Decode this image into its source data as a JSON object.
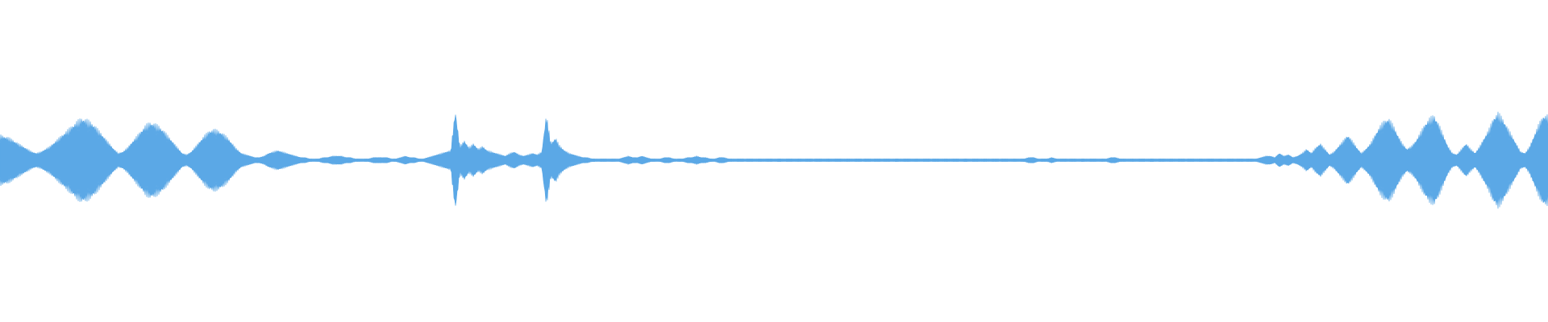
{
  "waveform": {
    "color": "#5ba8e6",
    "background": "#ffffff",
    "samples_per_row": 1920,
    "peak_amplitudes": [
      0.18,
      0.17,
      0.16,
      0.14,
      0.12,
      0.1,
      0.08,
      0.06,
      0.05,
      0.06,
      0.08,
      0.1,
      0.13,
      0.16,
      0.19,
      0.22,
      0.25,
      0.28,
      0.3,
      0.29,
      0.27,
      0.24,
      0.2,
      0.16,
      0.12,
      0.08,
      0.05,
      0.06,
      0.09,
      0.13,
      0.17,
      0.21,
      0.25,
      0.27,
      0.26,
      0.24,
      0.21,
      0.17,
      0.13,
      0.09,
      0.05,
      0.04,
      0.06,
      0.1,
      0.14,
      0.18,
      0.21,
      0.22,
      0.21,
      0.19,
      0.16,
      0.12,
      0.08,
      0.05,
      0.04,
      0.03,
      0.02,
      0.02,
      0.03,
      0.05,
      0.06,
      0.07,
      0.06,
      0.05,
      0.04,
      0.03,
      0.02,
      0.02,
      0.01,
      0.01,
      0.01,
      0.02,
      0.02,
      0.03,
      0.03,
      0.03,
      0.02,
      0.02,
      0.01,
      0.01,
      0.01,
      0.01,
      0.02,
      0.02,
      0.02,
      0.02,
      0.01,
      0.01,
      0.02,
      0.03,
      0.02,
      0.02,
      0.01,
      0.01,
      0.02,
      0.03,
      0.04,
      0.05,
      0.06,
      0.07,
      0.36,
      0.1,
      0.14,
      0.09,
      0.12,
      0.08,
      0.1,
      0.07,
      0.06,
      0.05,
      0.04,
      0.03,
      0.05,
      0.06,
      0.04,
      0.03,
      0.04,
      0.05,
      0.04,
      0.06,
      0.33,
      0.12,
      0.16,
      0.1,
      0.07,
      0.05,
      0.04,
      0.03,
      0.02,
      0.02,
      0.01,
      0.01,
      0.01,
      0.01,
      0.01,
      0.01,
      0.01,
      0.02,
      0.03,
      0.02,
      0.02,
      0.03,
      0.02,
      0.01,
      0.01,
      0.01,
      0.02,
      0.02,
      0.01,
      0.01,
      0.01,
      0.02,
      0.02,
      0.03,
      0.02,
      0.02,
      0.01,
      0.01,
      0.02,
      0.02,
      0.01,
      0.01,
      0.01,
      0.01,
      0.01,
      0.01,
      0.01,
      0.01,
      0.01,
      0.01,
      0.01,
      0.01,
      0.01,
      0.01,
      0.01,
      0.01,
      0.01,
      0.01,
      0.01,
      0.01,
      0.01,
      0.01,
      0.01,
      0.01,
      0.01,
      0.01,
      0.01,
      0.01,
      0.01,
      0.01,
      0.01,
      0.01,
      0.01,
      0.01,
      0.01,
      0.01,
      0.01,
      0.01,
      0.01,
      0.01,
      0.01,
      0.01,
      0.01,
      0.01,
      0.01,
      0.01,
      0.01,
      0.01,
      0.01,
      0.01,
      0.01,
      0.01,
      0.01,
      0.01,
      0.01,
      0.01,
      0.01,
      0.01,
      0.01,
      0.01,
      0.01,
      0.01,
      0.01,
      0.01,
      0.01,
      0.01,
      0.02,
      0.02,
      0.01,
      0.01,
      0.01,
      0.02,
      0.01,
      0.01,
      0.01,
      0.01,
      0.01,
      0.01,
      0.01,
      0.01,
      0.01,
      0.01,
      0.01,
      0.01,
      0.02,
      0.02,
      0.01,
      0.01,
      0.01,
      0.01,
      0.01,
      0.01,
      0.01,
      0.01,
      0.01,
      0.01,
      0.01,
      0.01,
      0.01,
      0.01,
      0.01,
      0.01,
      0.01,
      0.01,
      0.01,
      0.01,
      0.01,
      0.01,
      0.01,
      0.01,
      0.01,
      0.01,
      0.01,
      0.01,
      0.01,
      0.01,
      0.01,
      0.02,
      0.03,
      0.03,
      0.02,
      0.05,
      0.03,
      0.04,
      0.02,
      0.03,
      0.05,
      0.08,
      0.05,
      0.09,
      0.12,
      0.08,
      0.04,
      0.06,
      0.1,
      0.14,
      0.18,
      0.14,
      0.09,
      0.05,
      0.08,
      0.12,
      0.18,
      0.24,
      0.28,
      0.3,
      0.25,
      0.18,
      0.12,
      0.08,
      0.1,
      0.14,
      0.2,
      0.26,
      0.3,
      0.32,
      0.26,
      0.18,
      0.1,
      0.05,
      0.04,
      0.08,
      0.12,
      0.08,
      0.05,
      0.1,
      0.16,
      0.22,
      0.3,
      0.34,
      0.3,
      0.24,
      0.18,
      0.12,
      0.06,
      0.05,
      0.1,
      0.18,
      0.26,
      0.32
    ]
  }
}
